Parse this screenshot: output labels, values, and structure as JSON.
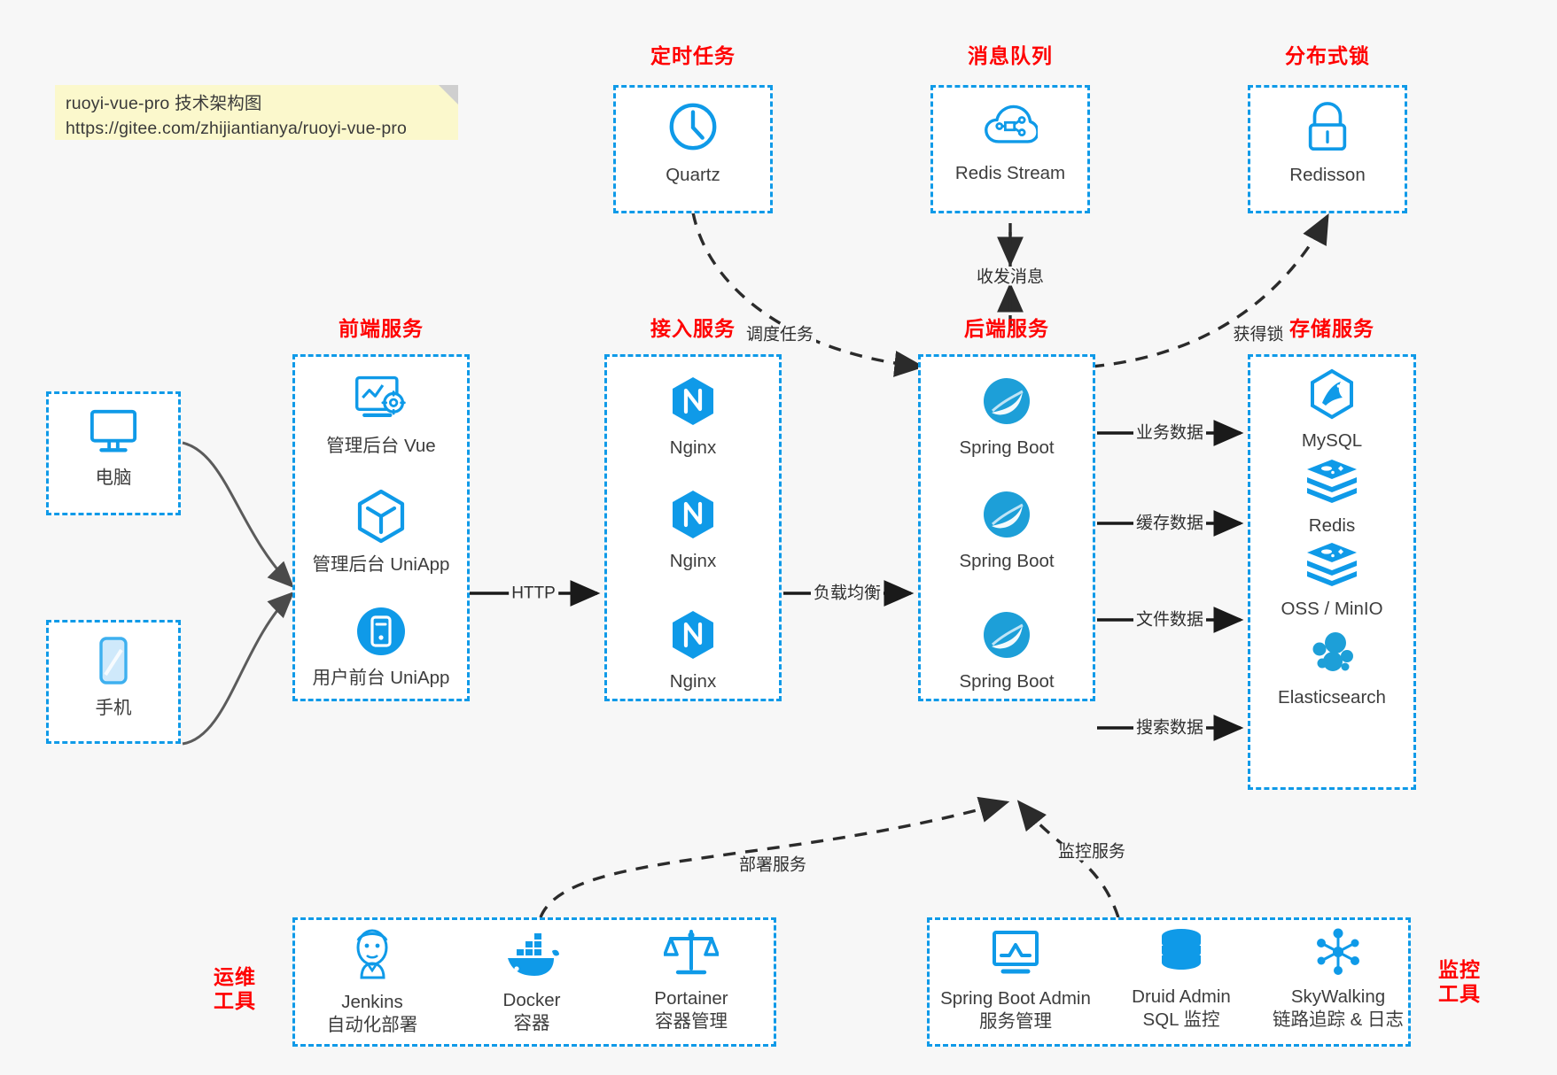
{
  "note": {
    "line1": "ruoyi-vue-pro 技术架构图",
    "line2": "https://gitee.com/zhijiantianya/ruoyi-vue-pro"
  },
  "colors": {
    "accent_blue": "#0f9ae8",
    "header_red": "#ff0000",
    "background": "#f7f7f7",
    "box_fill": "#ffffff",
    "edge_gray": "#4a4a4a",
    "note_yellow": "#fbf8cc"
  },
  "groups": {
    "scheduler": {
      "title": "定时任务",
      "nodes": [
        {
          "label": "Quartz",
          "icon": "clock-icon"
        }
      ]
    },
    "message_queue": {
      "title": "消息队列",
      "nodes": [
        {
          "label": "Redis Stream",
          "icon": "cloud-network-icon"
        }
      ]
    },
    "distributed_lock": {
      "title": "分布式锁",
      "nodes": [
        {
          "label": "Redisson",
          "icon": "lock-icon"
        }
      ]
    },
    "clients": {
      "title": "",
      "nodes": [
        {
          "label": "电脑",
          "icon": "desktop-icon"
        },
        {
          "label": "手机",
          "icon": "mobile-icon"
        }
      ]
    },
    "frontend": {
      "title": "前端服务",
      "nodes": [
        {
          "label": "管理后台 Vue",
          "icon": "dashboard-settings-icon"
        },
        {
          "label": "管理后台 UniApp",
          "icon": "cube-icon"
        },
        {
          "label": "用户前台 UniApp",
          "icon": "app-window-icon"
        }
      ]
    },
    "gateway": {
      "title": "接入服务",
      "nodes": [
        {
          "label": "Nginx",
          "icon": "nginx-icon"
        },
        {
          "label": "Nginx",
          "icon": "nginx-icon"
        },
        {
          "label": "Nginx",
          "icon": "nginx-icon"
        }
      ]
    },
    "backend": {
      "title": "后端服务",
      "nodes": [
        {
          "label": "Spring Boot",
          "icon": "spring-boot-icon"
        },
        {
          "label": "Spring Boot",
          "icon": "spring-boot-icon"
        },
        {
          "label": "Spring Boot",
          "icon": "spring-boot-icon"
        }
      ]
    },
    "storage": {
      "title": "存储服务",
      "nodes": [
        {
          "label": "MySQL",
          "icon": "mysql-icon"
        },
        {
          "label": "Redis",
          "icon": "redis-icon"
        },
        {
          "label": "OSS / MinIO",
          "icon": "oss-minio-icon"
        },
        {
          "label": "Elasticsearch",
          "icon": "elasticsearch-icon"
        }
      ]
    },
    "devops": {
      "title": "运维\n工具",
      "nodes": [
        {
          "label": "Jenkins",
          "sublabel": "自动化部署",
          "icon": "jenkins-icon"
        },
        {
          "label": "Docker",
          "sublabel": "容器",
          "icon": "docker-icon"
        },
        {
          "label": "Portainer",
          "sublabel": "容器管理",
          "icon": "scales-icon"
        }
      ]
    },
    "monitoring": {
      "title": "监控\n工具",
      "nodes": [
        {
          "label": "Spring Boot Admin",
          "sublabel": "服务管理",
          "icon": "monitor-chart-icon"
        },
        {
          "label": "Druid Admin",
          "sublabel": "SQL 监控",
          "icon": "database-icon"
        },
        {
          "label": "SkyWalking",
          "sublabel": "链路追踪 & 日志",
          "icon": "skywalking-icon"
        }
      ]
    }
  },
  "edges": [
    {
      "name": "quartz-to-backend",
      "label": "调度任务"
    },
    {
      "name": "mq-backend-duplex",
      "label": "收发消息"
    },
    {
      "name": "backend-to-lock",
      "label": "获得锁"
    },
    {
      "name": "frontend-to-gateway",
      "label": "HTTP"
    },
    {
      "name": "gateway-to-backend",
      "label": "负载均衡"
    },
    {
      "name": "backend-to-mysql",
      "label": "业务数据"
    },
    {
      "name": "backend-to-redis",
      "label": "缓存数据"
    },
    {
      "name": "backend-to-oss",
      "label": "文件数据"
    },
    {
      "name": "backend-to-es",
      "label": "搜索数据"
    },
    {
      "name": "devops-to-backend",
      "label": "部署服务"
    },
    {
      "name": "monitoring-to-backend",
      "label": "监控服务"
    }
  ]
}
